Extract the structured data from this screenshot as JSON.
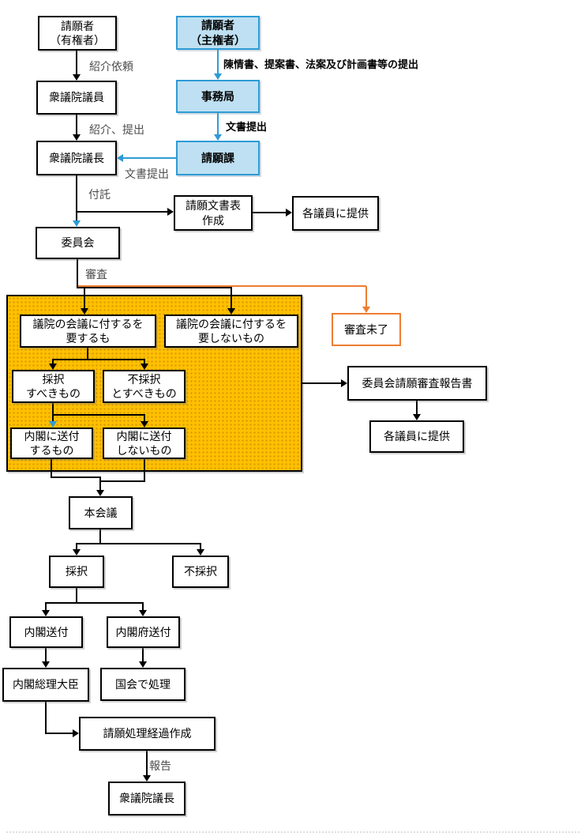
{
  "diagram": {
    "nodes": {
      "petitioner_voter": "請願者\n（有権者）",
      "petitioner_sovereign": "請願者\n（主権者）",
      "hr_member": "衆議院議員",
      "secretariat": "事務局",
      "hr_speaker": "衆議院議長",
      "petition_section": "請願課",
      "petition_doc_table": "請願文書表\n作成",
      "provide_members_1": "各議員に提供",
      "committee": "委員会",
      "needs_plenary": "議院の会議に付するを\n要するも",
      "no_plenary": "議院の会議に付するを\n要しないもの",
      "unfinished": "審査未了",
      "adopt_should": "採択\nすべきもの",
      "not_adopt_should": "不採択\nとすべきもの",
      "committee_report": "委員会請願審査報告書",
      "provide_members_2": "各議員に提供",
      "send_cabinet_yes": "内閣に送付\nするもの",
      "send_cabinet_no": "内閣に送付\nしないもの",
      "plenary": "本会議",
      "adopted": "採択",
      "rejected": "不採択",
      "cabinet_send": "内閣送付",
      "cabinet_office_send": "内閣府送付",
      "prime_minister": "内閣総理大臣",
      "diet_process": "国会で処理",
      "petition_progress": "請願処理経過作成",
      "hr_speaker_2": "衆議院議長"
    },
    "edge_labels": {
      "intro_request": "紹介依頼",
      "submission_docs": "陳情書、提案書、法案及び計画書等の提出",
      "intro_submit": "紹介、提出",
      "doc_submit_bold": "文書提出",
      "doc_submit_gray": "文書提出",
      "referral": "付託",
      "examination": "審査",
      "report": "報告"
    },
    "colors": {
      "blue_fill": "#BEE0F2",
      "blue_border": "#2E9BD5",
      "orange_region_fill": "#FFC000",
      "orange_line": "#ED7D31",
      "black": "#000000",
      "gray_label": "#4d4d4d"
    }
  }
}
